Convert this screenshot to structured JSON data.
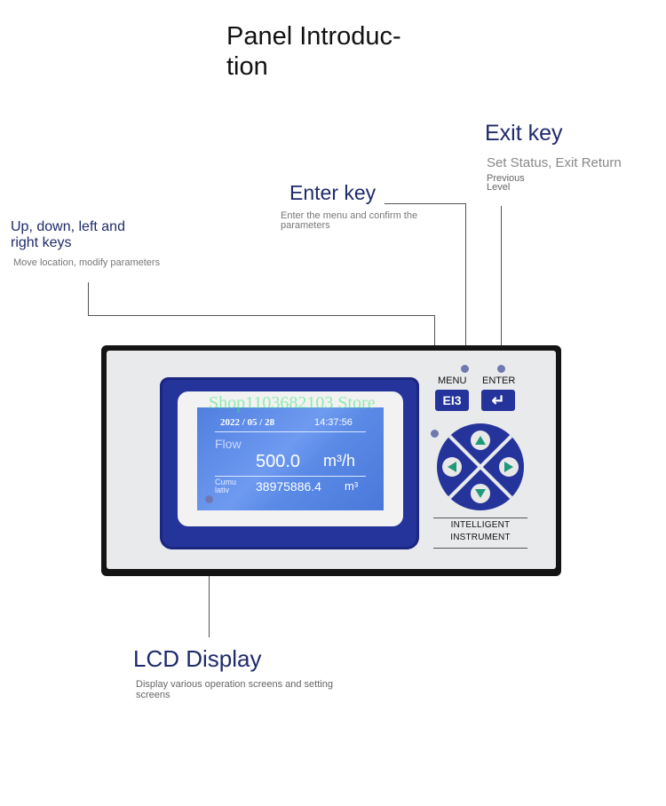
{
  "title": "Panel Introduc-\ntion",
  "callouts": {
    "exit_key": {
      "title": "Exit key",
      "desc_line1": "Set Status, Exit Return",
      "desc_line2": "Previous",
      "desc_line3": "Level"
    },
    "enter_key": {
      "title": "Enter key",
      "desc_line1": "Enter the menu and confirm the",
      "desc_line2": "parameters"
    },
    "arrow_keys": {
      "title_line1": "Up, down, left and",
      "title_line2": "right keys",
      "desc": "Move location, modify parameters"
    },
    "lcd_display": {
      "title": "LCD Display",
      "desc_line1": "Display various operation screens and setting",
      "desc_line2": "screens"
    }
  },
  "lcd": {
    "date": "2022 / 05 / 28",
    "time": "14:37:56",
    "flow_label": "Flow",
    "flow_value": "500.0",
    "flow_unit": "m³/h",
    "cumulative_label_line1": "Cumu",
    "cumulative_label_line2": "lativ",
    "cumulative_value": "38975886.4",
    "cumulative_unit": "m³"
  },
  "keys": {
    "menu_label": "MENU",
    "menu_glyph": "EI3",
    "enter_label": "ENTER",
    "enter_glyph": "↵"
  },
  "brand": {
    "line1": "INTELLIGENT",
    "line2": "INSTRUMENT"
  },
  "watermark": "Shop1103682103 Store",
  "colors": {
    "accent": "#24349a",
    "callout_text": "#1f2a6b",
    "lcd": "#5a8ae6"
  }
}
